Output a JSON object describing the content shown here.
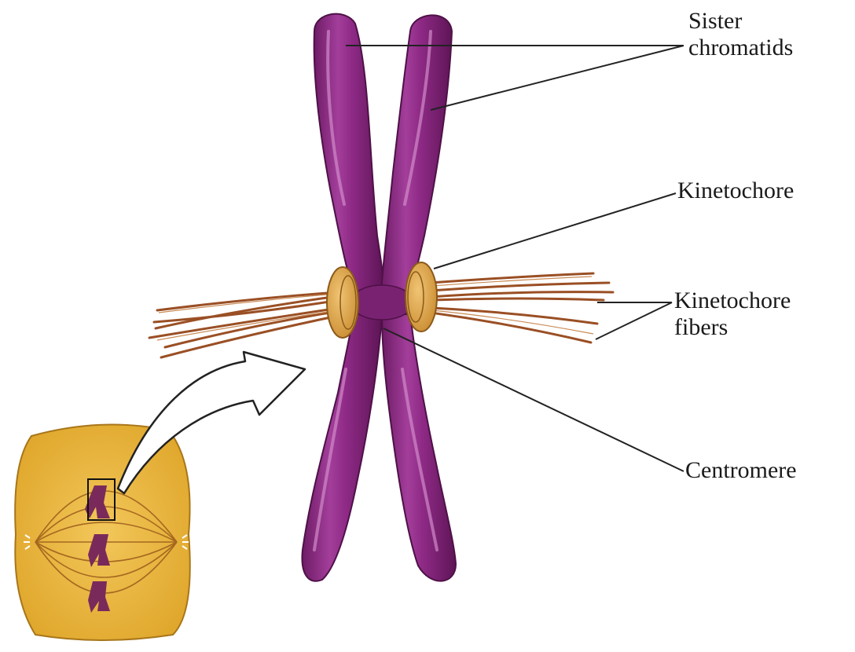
{
  "labels": {
    "sister_chromatids": [
      "Sister",
      "chromatids"
    ],
    "kinetochore": "Kinetochore",
    "kinetochore_fibers": [
      "Kinetochore",
      "fibers"
    ],
    "centromere": "Centromere"
  },
  "colors": {
    "chromatid": "#8e2a86",
    "chromatid_highlight": "#c879c0",
    "kinetochore": "#d9a24a",
    "fiber": "#a2562a",
    "cell": "#e8b339",
    "cell_edge": "#a8761a",
    "leader_line": "#222222"
  }
}
